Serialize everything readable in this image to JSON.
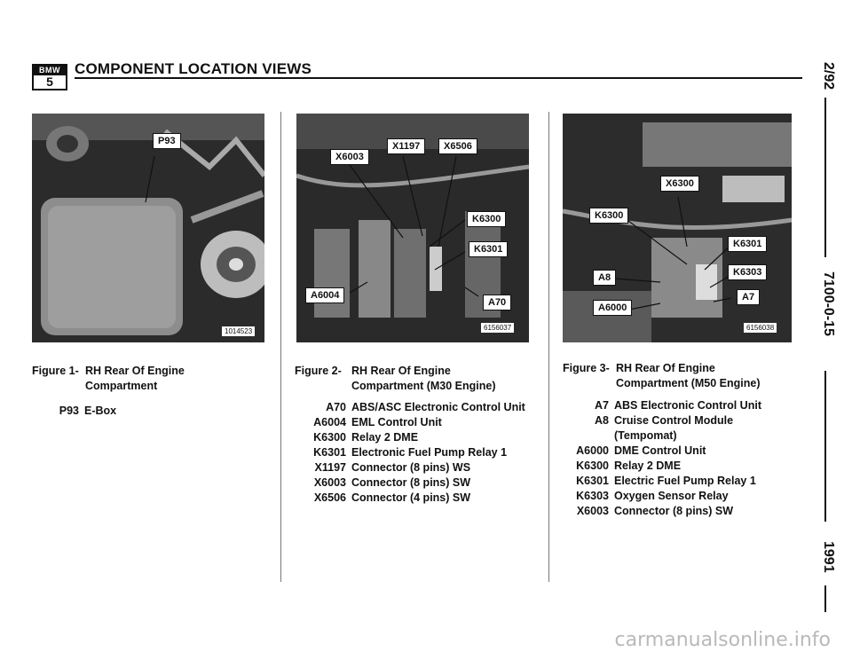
{
  "header": {
    "logo_top": "BMW",
    "logo_bottom": "5",
    "title": "COMPONENT LOCATION VIEWS"
  },
  "side": {
    "date": "2/92",
    "page_code": "7100-0-15",
    "year": "1991"
  },
  "figure1": {
    "callouts": [
      "P93"
    ],
    "photo_number": "1014523",
    "caption_label": "Figure 1-",
    "caption_line1": "RH Rear Of Engine",
    "caption_line2": "Compartment",
    "legend": [
      {
        "code": "P93",
        "desc": "E-Box"
      }
    ]
  },
  "figure2": {
    "callouts": [
      "X6003",
      "X1197",
      "X6506",
      "K6300",
      "K6301",
      "A6004",
      "A70"
    ],
    "photo_number": "6156037",
    "caption_label": "Figure 2-",
    "caption_line1": "RH Rear Of Engine",
    "caption_line2": "Compartment (M30 Engine)",
    "legend": [
      {
        "code": "A70",
        "desc": "ABS/ASC Electronic Control Unit"
      },
      {
        "code": "A6004",
        "desc": "EML Control Unit"
      },
      {
        "code": "K6300",
        "desc": "Relay 2 DME"
      },
      {
        "code": "K6301",
        "desc": "Electronic Fuel Pump Relay 1"
      },
      {
        "code": "X1197",
        "desc": "Connector (8 pins) WS"
      },
      {
        "code": "X6003",
        "desc": "Connector (8 pins) SW"
      },
      {
        "code": "X6506",
        "desc": "Connector (4 pins) SW"
      }
    ]
  },
  "figure3": {
    "callouts": [
      "X6300",
      "K6300",
      "K6301",
      "K6303",
      "A8",
      "A7",
      "A6000"
    ],
    "photo_number": "6156038",
    "caption_label": "Figure 3-",
    "caption_line1": "RH Rear Of Engine",
    "caption_line2": "Compartment (M50 Engine)",
    "legend": [
      {
        "code": "A7",
        "desc": "ABS Electronic Control Unit"
      },
      {
        "code": "A8",
        "desc": "Cruise Control Module"
      },
      {
        "code": "",
        "desc": "(Tempomat)"
      },
      {
        "code": "A6000",
        "desc": "DME Control Unit"
      },
      {
        "code": "K6300",
        "desc": "Relay 2 DME"
      },
      {
        "code": "K6301",
        "desc": "Electric Fuel Pump Relay 1"
      },
      {
        "code": "K6303",
        "desc": "Oxygen Sensor Relay"
      },
      {
        "code": "X6003",
        "desc": "Connector (8 pins) SW"
      }
    ]
  },
  "watermark": "carmanualsonline.info"
}
